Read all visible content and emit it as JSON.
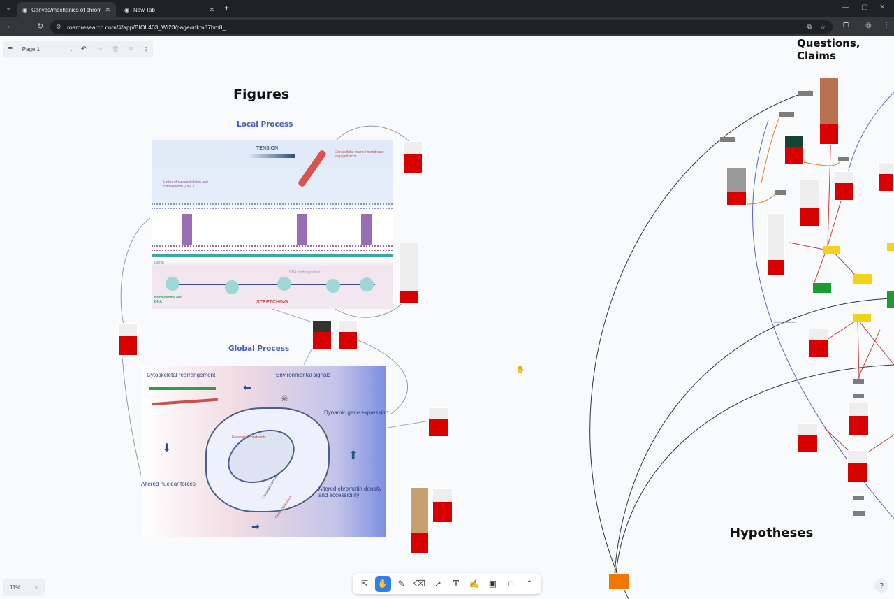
{
  "browser": {
    "tabs": [
      {
        "label": "Canvas/mechanics of chromatin",
        "active": true
      },
      {
        "label": "New Tab",
        "active": false
      }
    ],
    "new_tab": "+",
    "url": "roamresearch.com/#/app/BIOL403_Wi23/page/mkm87bm8_"
  },
  "toolbar": {
    "page_label": "Page 1"
  },
  "canvas": {
    "title_figures": "Figures",
    "title_questions": "Questions, Claims",
    "title_hypotheses": "Hypotheses",
    "local_process": "Local Process",
    "global_process": "Global Process",
    "histone_label": "Histone dynamics",
    "fig_local": {
      "tension": "TENSION",
      "ecm": "Extracellular matrix / membrane engaged actin",
      "linc": "Linker of nucleoskeleton and cytoskeleton (LINC)",
      "lamin": "Lamin",
      "dna_binding": "DNA binding protein",
      "nucleosome": "Nucleosome and DNA",
      "stretching": "STRETCHING"
    },
    "fig_global": {
      "cyto": "Cytoskeletal rearrangement",
      "env": "Environmental signals",
      "dyn": "Dynamic gene expression",
      "altered_forces": "Altered nuclear forces",
      "altered_chrom": "Altered chromatin density and accessibility",
      "geo": "Geometric constraints",
      "chrom_density": "Chromatin density",
      "gene_expr": "Gene expression"
    }
  },
  "zoom": {
    "level": "11%",
    "expand": "»"
  },
  "help": "?",
  "colors": {
    "accent": "#2f80ed",
    "card": "#d90000",
    "node_gray": "#7d7d7d",
    "node_yellow": "#f2d21b",
    "node_green": "#1a9d2f",
    "note_orange": "#f07800"
  }
}
